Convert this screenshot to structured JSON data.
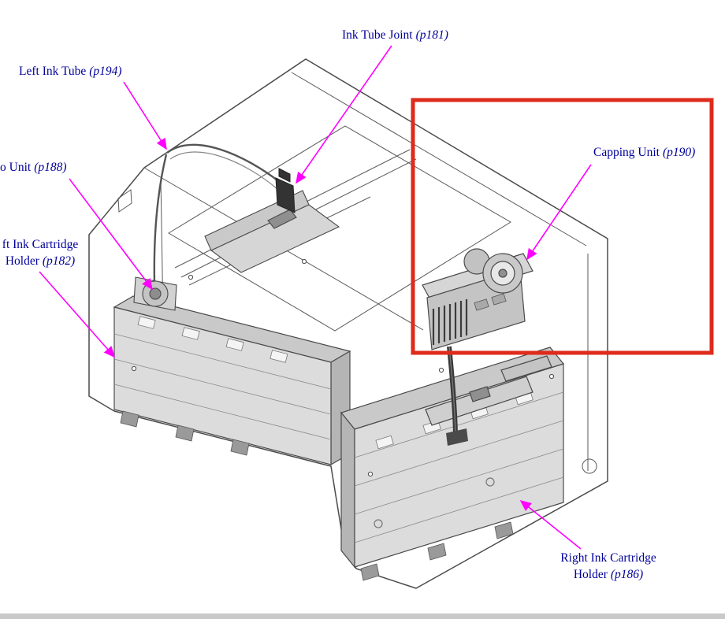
{
  "page": {
    "background_color": "#ffffff",
    "bottom_strip_color": "#c9c9c9"
  },
  "colors": {
    "label_text": "#000099",
    "callout_arrow": "#ff00ff",
    "highlight_box": "#de2b1b",
    "line_art": "#4a4a4a",
    "part_fill_light": "#dcdcdc",
    "part_fill_mid": "#c9c9c9"
  },
  "labels": {
    "ink_tube_joint": {
      "text": "Ink Tube Joint",
      "ref": "(p181)"
    },
    "left_ink_tube": {
      "text": "Left Ink Tube",
      "ref": "(p194)"
    },
    "pump_unit": {
      "text": "o Unit",
      "ref": "(p188)"
    },
    "left_ink_cartridge_holder": {
      "line1": "ft Ink Cartridge",
      "line2": "Holder",
      "ref": "(p182)"
    },
    "capping_unit": {
      "text": "Capping Unit",
      "ref": "(p190)"
    },
    "right_ink_cartridge_holder": {
      "line1": "Right Ink Cartridge",
      "line2": "Holder",
      "ref": "(p186)"
    }
  }
}
